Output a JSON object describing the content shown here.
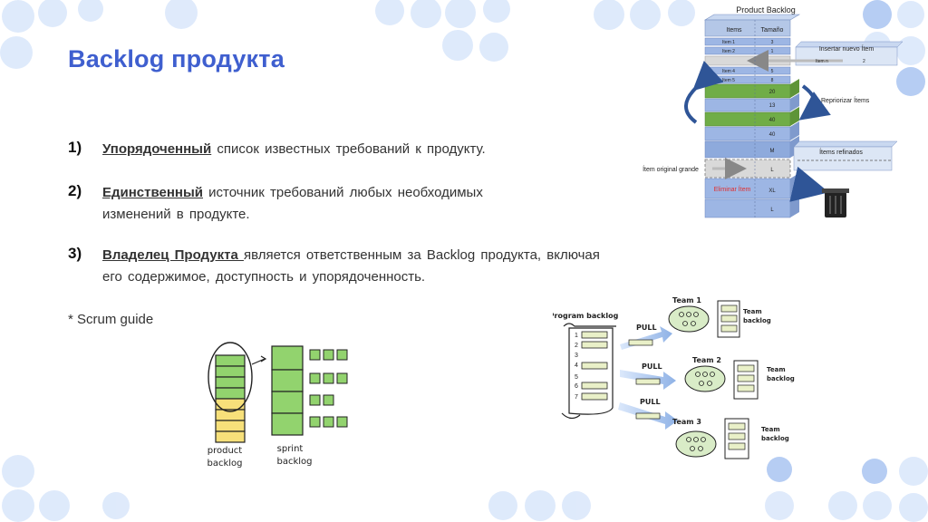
{
  "slide": {
    "title": "Backlog продукта",
    "items": [
      {
        "num": "1)",
        "lead": "Упорядоченный",
        "text": " список известных требований к продукту."
      },
      {
        "num": "2)",
        "lead": "Единственный",
        "text": " источник требований любых необходимых изменений в продукте."
      },
      {
        "num": "3)",
        "lead": "Владелец Продукта ",
        "text": "является ответственным за Backlog продукта, включая его содержимое, доступность и упорядоченность."
      }
    ],
    "note": "* Scrum guide"
  },
  "backlog_figure": {
    "title": "Product Backlog",
    "col_items": "Items",
    "col_size": "Tamaño",
    "rows": [
      {
        "item": "Item 1",
        "size": "3"
      },
      {
        "item": "Item 2",
        "size": "1"
      },
      {
        "item": "Item n",
        "size": "2"
      },
      {
        "item": "Item 4",
        "size": "5"
      },
      {
        "item": "Item 5",
        "size": "8"
      }
    ],
    "values": [
      "20",
      "13",
      "40",
      "40",
      "M",
      "L",
      "XL",
      "L"
    ],
    "labels": {
      "insert": "Insertar nuevo Ítem",
      "reprioritize": "Repriorizar Ítems",
      "refined": "Ítems refinados",
      "large": "Ítem original grande",
      "remove": "Eliminar Ítem"
    }
  },
  "sketch_figure": {
    "product_label_1": "product",
    "product_label_2": "backlog",
    "sprint_label_1": "sprint",
    "sprint_label_2": "backlog"
  },
  "program_figure": {
    "program_backlog": "Program backlog",
    "numbers": [
      "1",
      "2",
      "3",
      "4",
      "5",
      "6",
      "7"
    ],
    "pull": "PULL",
    "teams": [
      "Team 1",
      "Team 2",
      "Team 3"
    ],
    "team_backlog_1": "Team",
    "team_backlog_2": "backlog"
  },
  "colors": {
    "title": "#3f5fcf",
    "bubble": "#dbe8fb",
    "stack_blue": "#9db6e4",
    "stack_green": "#70ad47",
    "sticky_green": "#92d36e",
    "sticky_yellow": "#f7e07a",
    "remove_red": "#e03030"
  }
}
